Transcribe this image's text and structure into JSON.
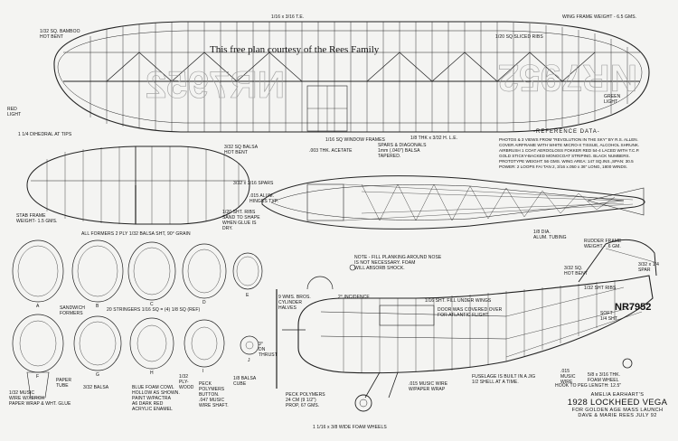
{
  "courtesy": "This free plan courtesy of the Rees Family",
  "registration": "NR7952",
  "wing_labels": {
    "te": "1/16 x 3/16 T.E.",
    "wing_weight": "WING FRAME WEIGHT - 6.5 GMS.",
    "bamboo": "1/32 SQ. BAMBOO\nHOT BENT",
    "sliced_ribs": "1/20 SQ SLICED RIBS",
    "red_light": "RED\nLIGHT",
    "green_light": "GREEN\nLIGHT",
    "dihedral": "1 1/4 DIHEDRAL AT TIPS",
    "window_frames": "1/16 SQ WINDOW FRAMES",
    "acetate": ".003 THK. ACETATE",
    "spars_diagonals": "SPARS & DIAGONALS\n1mm (.040\") BALSA\nTAPERED.",
    "le": "1/8 THK x 3/32 H. L.E."
  },
  "reference": {
    "title": "-REFERENCE DATA-",
    "body": "PHOTOS & 3 VIEWS FROM \"REVOLUTION IN THE SKY\" BY R.S. ALLEN.\nCOVER AIRFRAME WITH WHITE MICRO-X TISSUE, ALCOHOL SHRUNK.\nAIRBRUSH 1 COAT AEROGLOSS FOKKER RED 54-4 LACED WITH T.C.P.\nGOLD STICKY-BACKED MONOCOAT STRIPING. BLACK NUMBERS.\nPROTOTYPE WEIGHT: 56 GMS.   WING AREA: 147 SQ.INS.,SPAN: 30.5\nPOWER: 2 LOOPS FAI TAN 2, 3/16 x.050 x 36\" LONG, 1800 WINDS."
  },
  "stab_labels": {
    "balsa_hot_bent": "3/32 SQ BALSA\nHOT BENT",
    "spars": "3/32 x 3/16 SPARS",
    "hinges": ".015 ALUM.\nHINGES TYP.",
    "ribs_sand": "1/20 SHT. RIBS\nSAND TO SHAPE\nWHEN GLUE IS\nDRY.",
    "stab_frame": "STAB FRAME\nWEIGHT- 1.5 GMS."
  },
  "fuselage_labels": {
    "formers": "ALL FORMERS 2 PLY 1/32 BALSA SHT, 90° GRAIN",
    "planking": "NOTE - FILL PLANKING AROUND NOSE\nIS NOT NECESSARY. FOAM\nWILL ABSORB SHOCK.",
    "alum_tubing": "1/8 DIA.\nALUM. TUBING",
    "rudder_frame": "RUDDER FRAME\nWEIGHT - .6 GM.",
    "sandwich": "SANDWICH\nFORMERS",
    "stringers": "20 STRINGERS 1/16 SQ = (4) 1/8 SQ (REF)",
    "balsa_hot_bent_tail": "3/32 SQ.\nHOT BENT",
    "spar_tail": "3/32 x 1/4\nSPAR",
    "sht_ribs": "1/32 SHT RIBS",
    "soft_sht": "SOFT\n1/4 SHT.",
    "cylinder": "9 WMS. BROS.\nCYLINDER\nHALVES",
    "incidence": "2° INCIDENCE",
    "fill_under_wings": "1/16 SHT. FILL UNDER WINGS",
    "door": "DOOR WAS COVERED OVER\nFOR ATLANTIC FLIGHT.",
    "down_thrust": "3°\nDN\nTHRUST",
    "fuselage_jig": "FUSELAGE IS BUILT IN A JIG\n1/2 SHELL AT A TIME.",
    "music_wire_tail": ".015\nMUSIC\nWIRE",
    "foam_wheel": "5/8 x 3/16 THK.\nFOAM WHEEL",
    "music_wire_gear": ".015 MUSIC WIRE\nW/PAPER WRAP",
    "peck_polymers": "PECK POLYMERS\n24 CM (9 1/2\")\nPROP, 67 GMS.",
    "wide_foam_wheels": "1 1/16 x 3/8 WIDE FOAM WHEELS",
    "hook": "HOOK TO PEG LENGTH: 12.5\"",
    "music_wire_xerox": "1/32 MUSIC\nWIRE W/XEROX\nPAPER WRAP & WHT. GLUE",
    "paper_tube": "PAPER\nTUBE",
    "balsa_3_32": "3/32 BALSA",
    "foam_cowl": "BLUE FOAM COWL\nHOLLOW AS SHOWN.\nPAINT W/PACTRA\nA6 DARK RED\nACRYLIC ENAMEL",
    "plywood": "1/32\nPLY-\nWOOD",
    "peck_button": "PECK\nPOLYMERS\nBUTTON.\n.047 MUSIC\nWIRE SHAFT.",
    "balsa_cube": "1/8 BALSA\nCUBE"
  },
  "former_letters": [
    "A",
    "B",
    "C",
    "D",
    "E",
    "F",
    "G",
    "H",
    "I",
    "J"
  ],
  "title_block": {
    "line1": "AMELIA EARHART'S",
    "line2": "1928 LOCKHEED VEGA",
    "line3": "FOR GOLDEN AGE MASS LAUNCH",
    "line4": "DAVE & MARIE REES  JULY 92"
  }
}
